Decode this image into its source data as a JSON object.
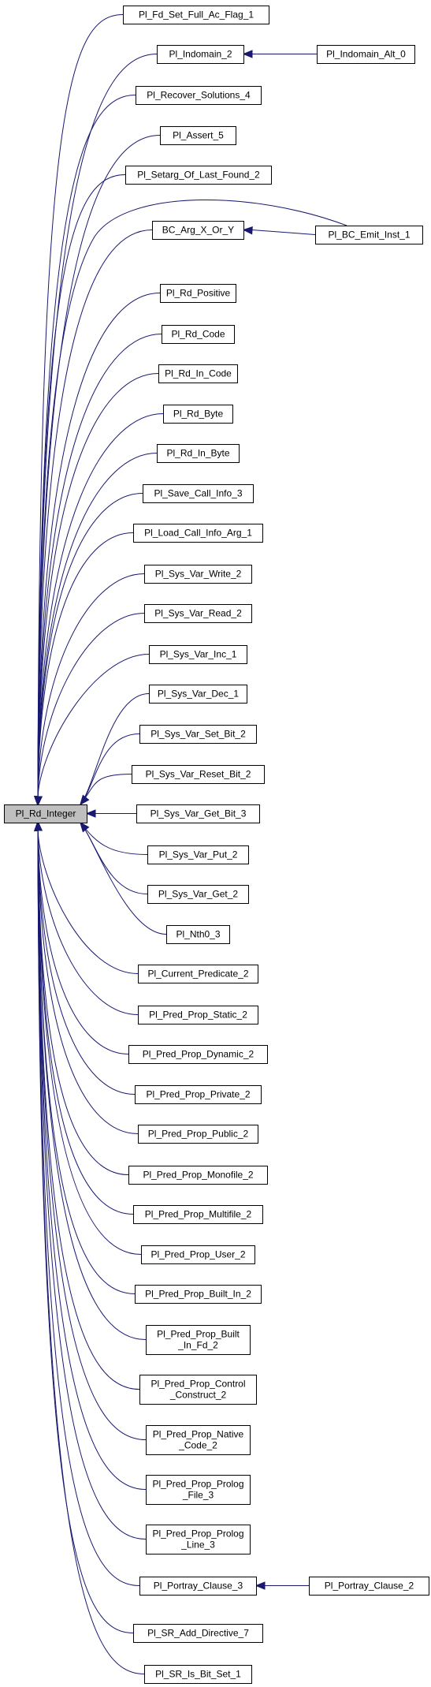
{
  "colors": {
    "edge": "#191970",
    "node_border": "#000000",
    "root_fill": "#bfbfbf",
    "node_fill": "#ffffff"
  },
  "root": {
    "id": "root",
    "lines": [
      "Pl_Rd_Integer"
    ]
  },
  "callers": [
    {
      "id": "n0",
      "lines": [
        "Pl_Fd_Set_Full_Ac_Flag_1"
      ]
    },
    {
      "id": "n1",
      "lines": [
        "Pl_Indomain_2"
      ]
    },
    {
      "id": "n2",
      "lines": [
        "Pl_Recover_Solutions_4"
      ]
    },
    {
      "id": "n3",
      "lines": [
        "Pl_Assert_5"
      ]
    },
    {
      "id": "n4",
      "lines": [
        "Pl_Setarg_Of_Last_Found_2"
      ]
    },
    {
      "id": "n5",
      "lines": [
        "BC_Arg_X_Or_Y"
      ]
    },
    {
      "id": "n6",
      "lines": [
        "Pl_Rd_Positive"
      ]
    },
    {
      "id": "n7",
      "lines": [
        "Pl_Rd_Code"
      ]
    },
    {
      "id": "n8",
      "lines": [
        "Pl_Rd_In_Code"
      ]
    },
    {
      "id": "n9",
      "lines": [
        "Pl_Rd_Byte"
      ]
    },
    {
      "id": "n10",
      "lines": [
        "Pl_Rd_In_Byte"
      ]
    },
    {
      "id": "n11",
      "lines": [
        "Pl_Save_Call_Info_3"
      ]
    },
    {
      "id": "n12",
      "lines": [
        "Pl_Load_Call_Info_Arg_1"
      ]
    },
    {
      "id": "n13",
      "lines": [
        "Pl_Sys_Var_Write_2"
      ]
    },
    {
      "id": "n14",
      "lines": [
        "Pl_Sys_Var_Read_2"
      ]
    },
    {
      "id": "n15",
      "lines": [
        "Pl_Sys_Var_Inc_1"
      ]
    },
    {
      "id": "n16",
      "lines": [
        "Pl_Sys_Var_Dec_1"
      ]
    },
    {
      "id": "n17",
      "lines": [
        "Pl_Sys_Var_Set_Bit_2"
      ]
    },
    {
      "id": "n18",
      "lines": [
        "Pl_Sys_Var_Reset_Bit_2"
      ]
    },
    {
      "id": "n19",
      "lines": [
        "Pl_Sys_Var_Get_Bit_3"
      ]
    },
    {
      "id": "n20",
      "lines": [
        "Pl_Sys_Var_Put_2"
      ]
    },
    {
      "id": "n21",
      "lines": [
        "Pl_Sys_Var_Get_2"
      ]
    },
    {
      "id": "n22",
      "lines": [
        "Pl_Nth0_3"
      ]
    },
    {
      "id": "n23",
      "lines": [
        "Pl_Current_Predicate_2"
      ]
    },
    {
      "id": "n24",
      "lines": [
        "Pl_Pred_Prop_Static_2"
      ]
    },
    {
      "id": "n25",
      "lines": [
        "Pl_Pred_Prop_Dynamic_2"
      ]
    },
    {
      "id": "n26",
      "lines": [
        "Pl_Pred_Prop_Private_2"
      ]
    },
    {
      "id": "n27",
      "lines": [
        "Pl_Pred_Prop_Public_2"
      ]
    },
    {
      "id": "n28",
      "lines": [
        "Pl_Pred_Prop_Monofile_2"
      ]
    },
    {
      "id": "n29",
      "lines": [
        "Pl_Pred_Prop_Multifile_2"
      ]
    },
    {
      "id": "n30",
      "lines": [
        "Pl_Pred_Prop_User_2"
      ]
    },
    {
      "id": "n31",
      "lines": [
        "Pl_Pred_Prop_Built_In_2"
      ]
    },
    {
      "id": "n32",
      "lines": [
        "Pl_Pred_Prop_Built",
        "_In_Fd_2"
      ]
    },
    {
      "id": "n33",
      "lines": [
        "Pl_Pred_Prop_Control",
        "_Construct_2"
      ]
    },
    {
      "id": "n34",
      "lines": [
        "Pl_Pred_Prop_Native",
        "_Code_2"
      ]
    },
    {
      "id": "n35",
      "lines": [
        "Pl_Pred_Prop_Prolog",
        "_File_3"
      ]
    },
    {
      "id": "n36",
      "lines": [
        "Pl_Pred_Prop_Prolog",
        "_Line_3"
      ]
    },
    {
      "id": "n37",
      "lines": [
        "Pl_Portray_Clause_3"
      ]
    },
    {
      "id": "n38",
      "lines": [
        "Pl_SR_Add_Directive_7"
      ]
    },
    {
      "id": "n39",
      "lines": [
        "Pl_SR_Is_Bit_Set_1"
      ]
    }
  ],
  "outer": [
    {
      "id": "o1",
      "lines": [
        "Pl_Indomain_Alt_0"
      ]
    },
    {
      "id": "o2",
      "lines": [
        "Pl_BC_Emit_Inst_1"
      ]
    },
    {
      "id": "o3",
      "lines": [
        "Pl_Portray_Clause_2"
      ]
    }
  ],
  "edges": [
    {
      "from": "o1",
      "to": "n1"
    },
    {
      "from": "o2",
      "to": "n5"
    },
    {
      "from": "o2",
      "to": "root"
    },
    {
      "from": "o3",
      "to": "n37"
    }
  ]
}
